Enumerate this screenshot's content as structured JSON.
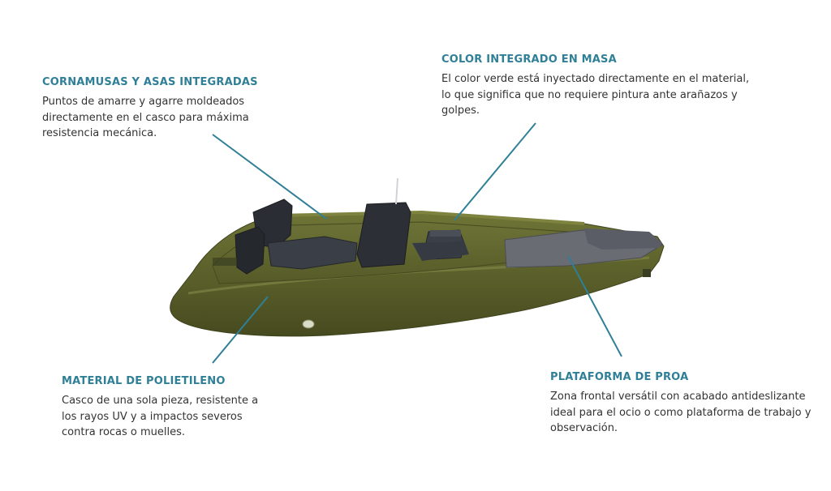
{
  "colors": {
    "accent": "#2f7f97",
    "text": "#333333",
    "hull": "#5a5e2c",
    "deck": "#6b6b73",
    "seat": "#2a2d33"
  },
  "callouts": {
    "cornamusas": {
      "title": "CORNAMUSAS Y ASAS INTEGRADAS",
      "desc": "Puntos de amarre y agarre moldeados directamente en el casco para máxima resistencia mecánica."
    },
    "color": {
      "title": "COLOR INTEGRADO EN MASA",
      "desc": "El color verde está inyectado directamente en el material, lo que significa que no requiere pintura ante arañazos y golpes."
    },
    "material": {
      "title": "MATERIAL DE POLIETILENO",
      "desc": "Casco de una sola pieza, resistente a los rayos UV y a impactos severos contra rocas o muelles."
    },
    "plataforma": {
      "title": "PLATAFORMA DE PROA",
      "desc": "Zona frontal versátil con acabado antideslizante ideal para el ocio o como plataforma de trabajo y observación."
    }
  }
}
